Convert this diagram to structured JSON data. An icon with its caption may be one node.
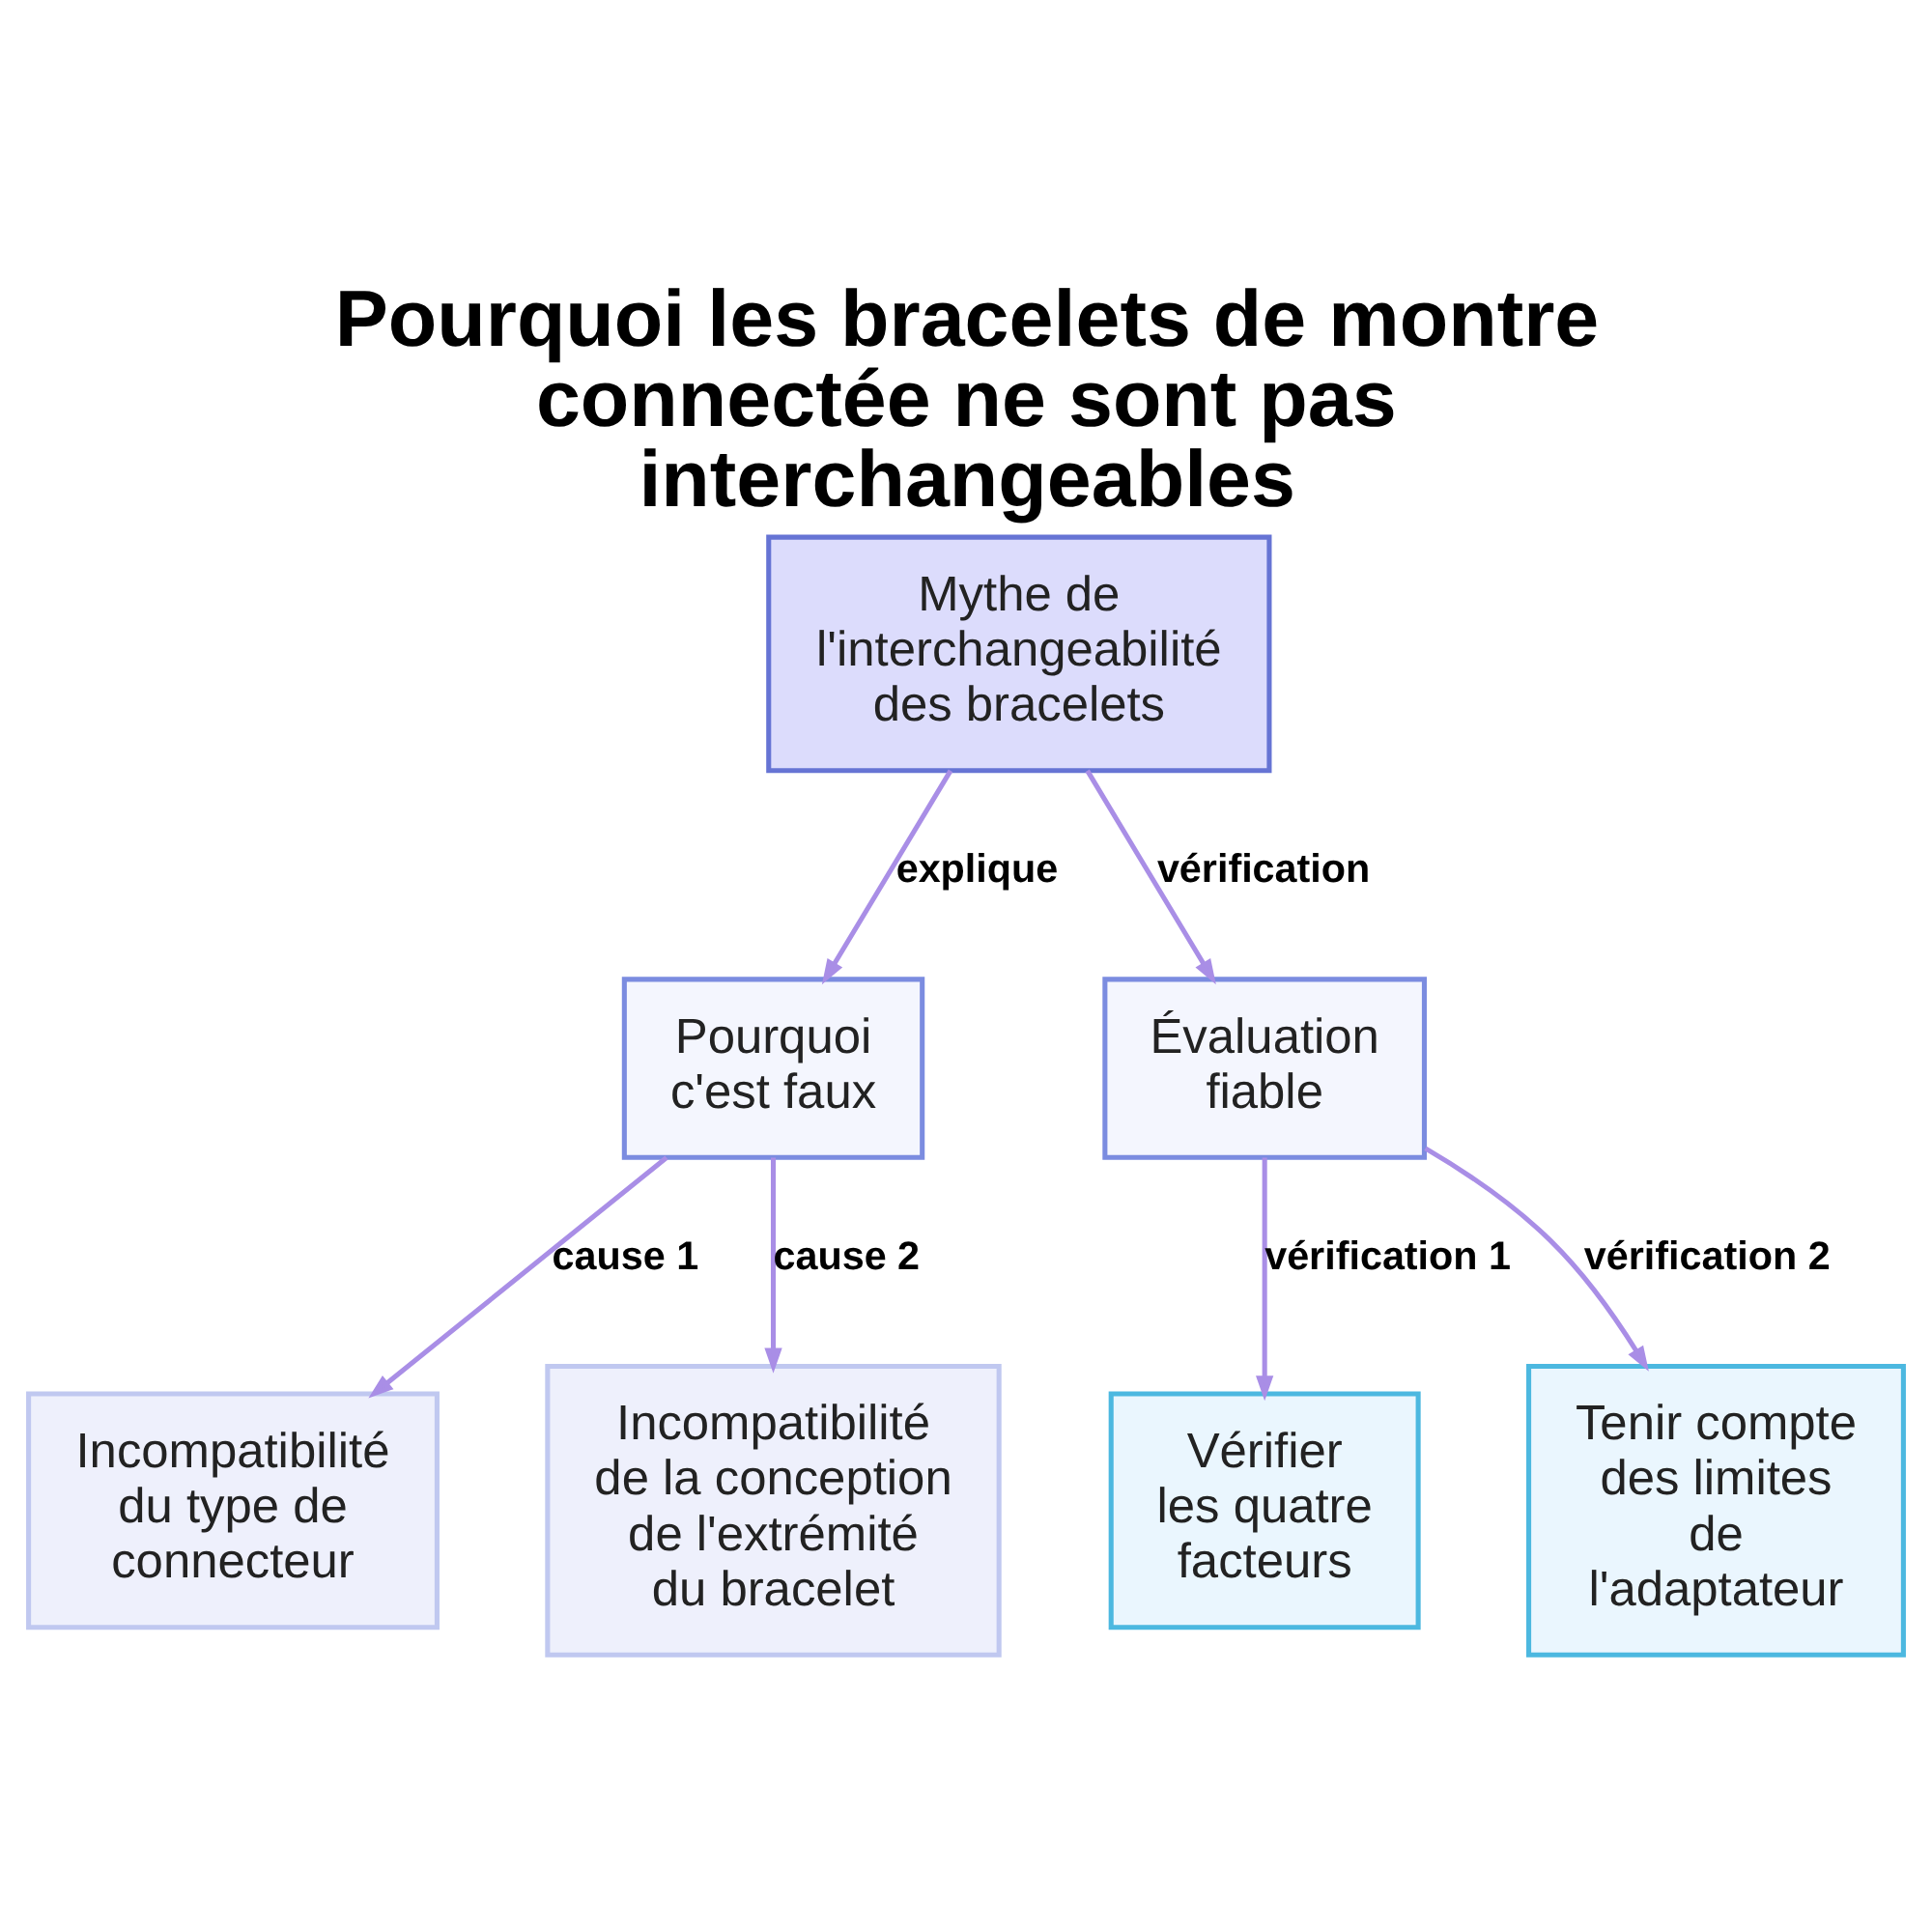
{
  "diagram": {
    "title": "Pourquoi les bracelets de montre connectée ne sont pas interchangeables",
    "nodes": [
      {
        "text": [
          "Mythe de l'interchangeabilité des bracelets"
        ]
      },
      {
        "text": [
          "Pourquoi c'est faux"
        ]
      },
      {
        "text": [
          "Évaluation fiable"
        ]
      },
      {
        "text": [
          "Incompatibilité du type de connecteur"
        ]
      },
      {
        "text": [
          "Incompatibilité de la conception de l'extrémité du bracelet"
        ]
      },
      {
        "text": [
          "Vérifier les quatre facteurs"
        ]
      },
      {
        "text": [
          "Tenir compte des limites de l'adaptateur"
        ]
      }
    ],
    "edges": [
      {
        "from": 0,
        "to": 1,
        "arrow": "to",
        "label": "explique"
      },
      {
        "from": 0,
        "to": 2,
        "arrow": "to",
        "label": "vérification"
      },
      {
        "from": 1,
        "to": 3,
        "arrow": "to",
        "label": "cause 1"
      },
      {
        "from": 1,
        "to": 4,
        "arrow": "to",
        "label": "cause 2"
      },
      {
        "from": 2,
        "to": 5,
        "arrow": "to",
        "label": "vérification 1"
      },
      {
        "from": 2,
        "to": 6,
        "arrow": "to",
        "label": "vérification 2"
      }
    ]
  }
}
